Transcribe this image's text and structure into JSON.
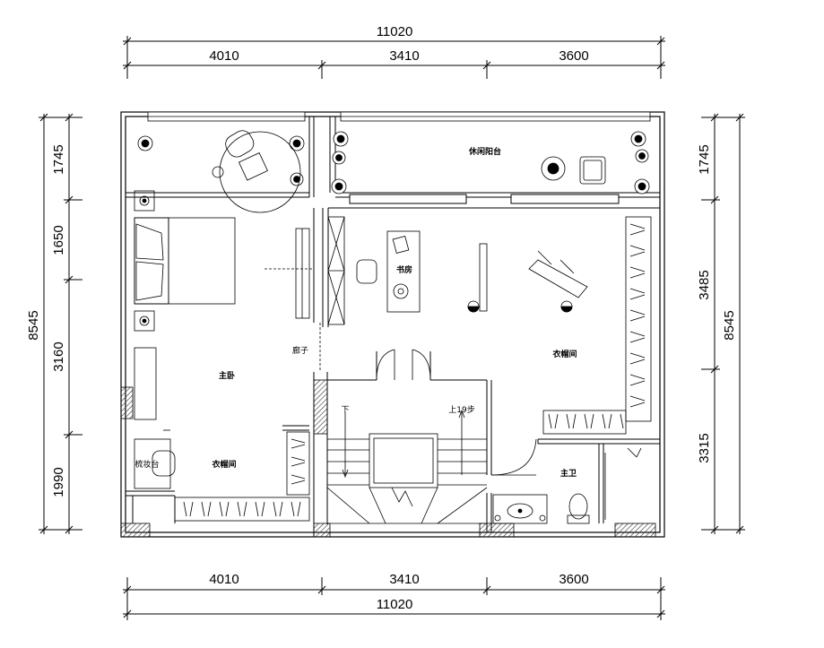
{
  "dimensions": {
    "top_total": "11020",
    "top_segments": [
      "4010",
      "3410",
      "3600"
    ],
    "bottom_total": "11020",
    "bottom_segments": [
      "4010",
      "3410",
      "3600"
    ],
    "left_total": "8545",
    "left_segments": [
      "1745",
      "1650",
      "3160",
      "1990"
    ],
    "right_total": "8545",
    "right_segments": [
      "1745",
      "3485",
      "3315"
    ]
  },
  "rooms": {
    "leisure_balcony": "休闲阳台",
    "study": "书房",
    "master_bedroom": "主卧",
    "walk_in_closet_right": "衣帽间",
    "walk_in_closet_left": "衣帽间",
    "dressing_table": "梳妆台",
    "master_bath": "主卫",
    "corridor": "廊子",
    "stairs_down": "下",
    "stairs_up": "上19步"
  },
  "colors": {
    "line": "#000000",
    "hatch": "#555555"
  }
}
